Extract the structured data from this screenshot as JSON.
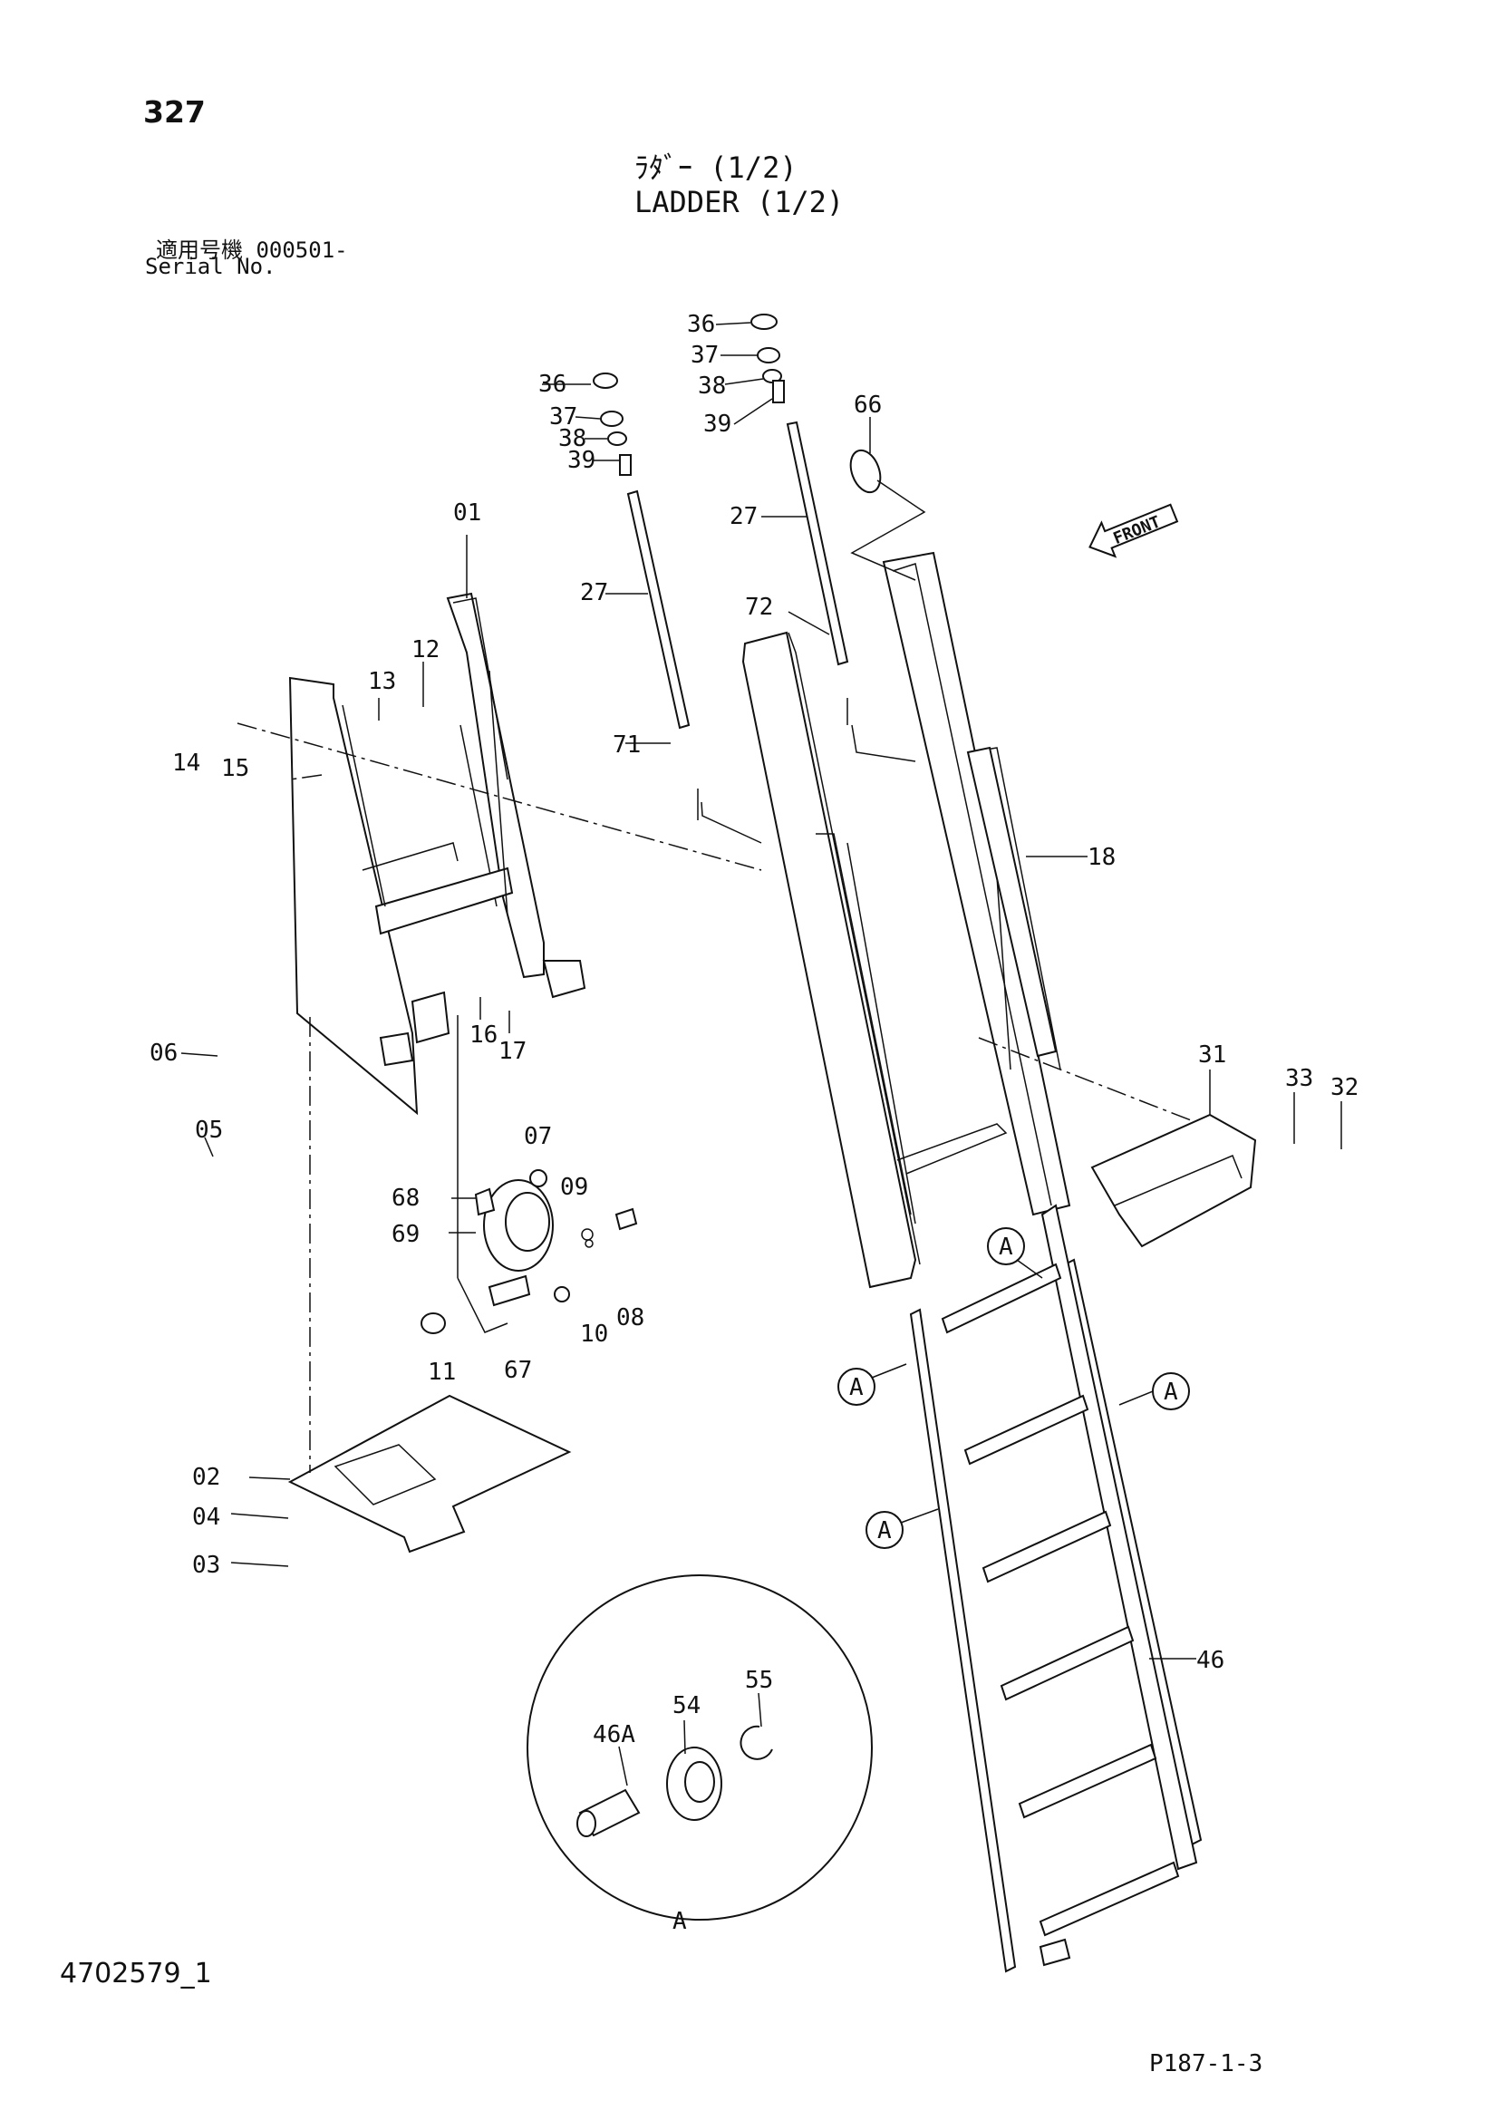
{
  "header": {
    "page_number": "327",
    "title_jp": "ﾗﾀﾞｰ (1/2)",
    "title_en": "LADDER (1/2)",
    "serial_label_jp": "適用号機 000501-",
    "serial_label_en": "Serial No."
  },
  "footer": {
    "document_id": "4702579_1",
    "page_ref": "P187-1-3"
  },
  "callouts": {
    "c01": "01",
    "c02": "02",
    "c03": "03",
    "c04": "04",
    "c05": "05",
    "c06": "06",
    "c07": "07",
    "c08": "08",
    "c09": "09",
    "c10": "10",
    "c11": "11",
    "c12": "12",
    "c13": "13",
    "c14": "14",
    "c15": "15",
    "c16": "16",
    "c17": "17",
    "c18": "18",
    "c27a": "27",
    "c27b": "27",
    "c31": "31",
    "c32": "32",
    "c33": "33",
    "c36a": "36",
    "c36b": "36",
    "c37a": "37",
    "c37b": "37",
    "c38a": "38",
    "c38b": "38",
    "c39a": "39",
    "c39b": "39",
    "c46": "46",
    "c46A": "46A",
    "c54": "54",
    "c55": "55",
    "c66": "66",
    "c67": "67",
    "c68": "68",
    "c69": "69",
    "c71": "71",
    "c72": "72",
    "detailA1": "A",
    "detailA2": "A",
    "detailA3": "A",
    "detailA4": "A",
    "detailA5": "A"
  },
  "front_arrow_label": "FRONT"
}
